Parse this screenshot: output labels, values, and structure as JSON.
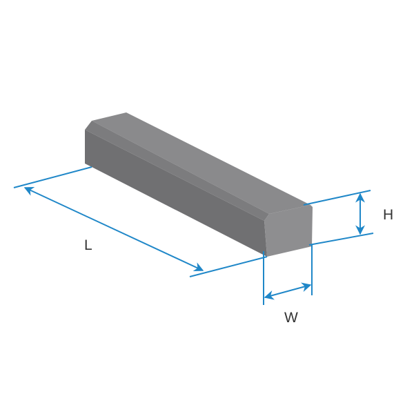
{
  "diagram": {
    "labels": {
      "length": "L",
      "height": "H",
      "width": "W"
    },
    "colors": {
      "dimension": "#1f87c8",
      "top_face": "#8a8a8c",
      "side_face": "#707072",
      "end_face": "#8e8e90",
      "chamfer": "#7c7c7e",
      "text": "#333333"
    }
  }
}
